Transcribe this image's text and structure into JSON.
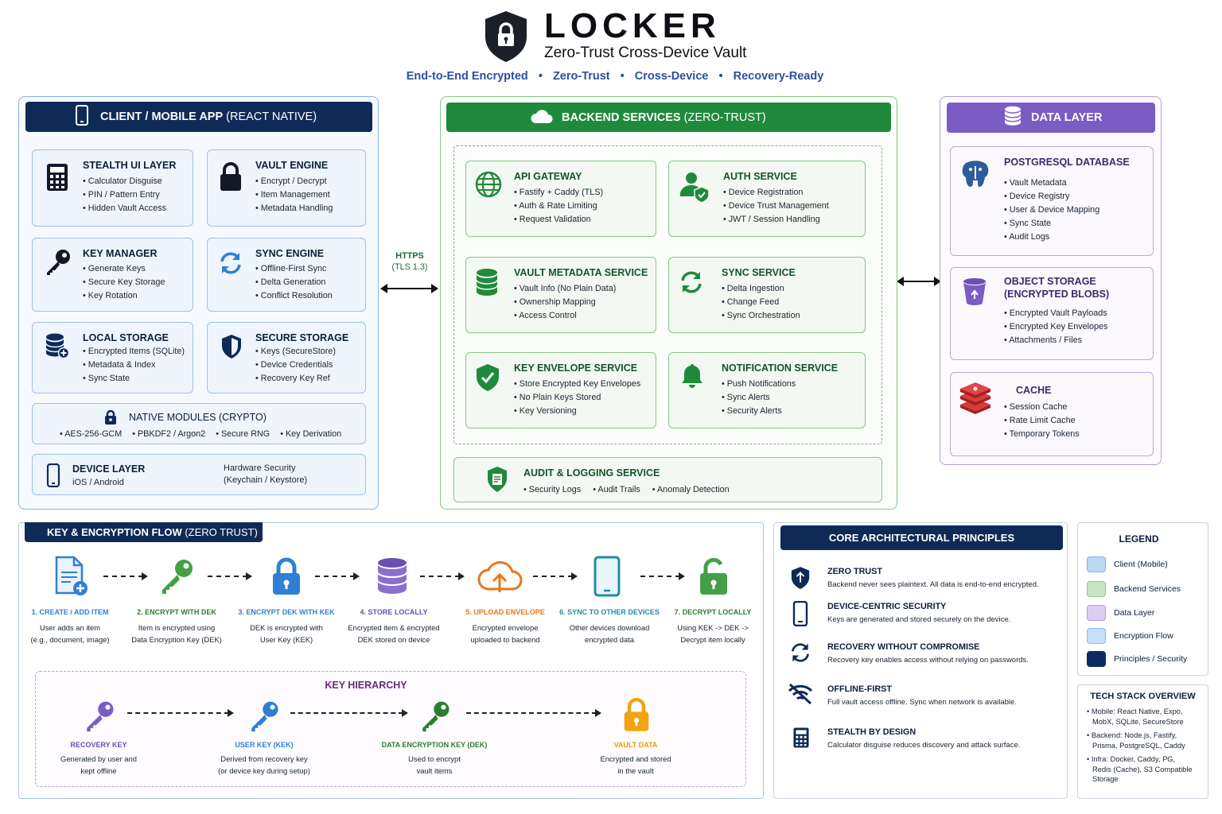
{
  "header": {
    "title": "LOCKER",
    "subtitle": "Zero-Trust Cross-Device Vault",
    "tags": [
      "End-to-End Encrypted",
      "Zero-Trust",
      "Cross-Device",
      "Recovery-Ready"
    ],
    "separator": "•"
  },
  "client": {
    "title_bold": "CLIENT / MOBILE APP",
    "title_rest": " (REACT NATIVE)",
    "cards": [
      {
        "title": "STEALTH UI LAYER",
        "items": [
          "Calculator Disguise",
          "PIN / Pattern Entry",
          "Hidden Vault Access"
        ],
        "icon": "calculator-icon"
      },
      {
        "title": "VAULT ENGINE",
        "items": [
          "Encrypt / Decrypt",
          "Item Management",
          "Metadata Handling"
        ],
        "icon": "lock-icon"
      },
      {
        "title": "KEY MANAGER",
        "items": [
          "Generate Keys",
          "Secure Key Storage",
          "Key Rotation"
        ],
        "icon": "key-icon"
      },
      {
        "title": "SYNC ENGINE",
        "items": [
          "Offline-First Sync",
          "Delta Generation",
          "Conflict Resolution"
        ],
        "icon": "sync-icon"
      },
      {
        "title": "LOCAL STORAGE",
        "items": [
          "Encrypted Items (SQLite)",
          "Metadata & Index",
          "Sync State"
        ],
        "icon": "database-icon"
      },
      {
        "title": "SECURE STORAGE",
        "items": [
          "Keys (SecureStore)",
          "Device Credentials",
          "Recovery Key Ref"
        ],
        "icon": "shield-icon"
      }
    ],
    "native": {
      "title": "NATIVE MODULES (CRYPTO)",
      "items": [
        "AES-256-GCM",
        "PBKDF2 / Argon2",
        "Secure RNG",
        "Key Derivation"
      ]
    },
    "device": {
      "title": "DEVICE LAYER",
      "sub": "iOS / Android",
      "hw1": "Hardware Security",
      "hw2": "(Keychain / Keystore)"
    }
  },
  "link_left": {
    "l1": "HTTPS",
    "l2": "(TLS 1.3)"
  },
  "backend": {
    "title_bold": "BACKEND SERVICES",
    "title_rest": " (ZERO-TRUST)",
    "cards": [
      {
        "title": "API GATEWAY",
        "items": [
          "Fastify + Caddy (TLS)",
          "Auth & Rate Limiting",
          "Request Validation"
        ],
        "icon": "globe-icon"
      },
      {
        "title": "AUTH SERVICE",
        "items": [
          "Device Registration",
          "Device Trust Management",
          "JWT / Session Handling"
        ],
        "icon": "user-shield-icon"
      },
      {
        "title": "VAULT METADATA SERVICE",
        "items": [
          "Vault Info (No Plain Data)",
          "Ownership Mapping",
          "Access Control"
        ],
        "icon": "database-icon"
      },
      {
        "title": "SYNC SERVICE",
        "items": [
          "Delta Ingestion",
          "Change Feed",
          "Sync Orchestration"
        ],
        "icon": "sync-icon"
      },
      {
        "title": "KEY ENVELOPE SERVICE",
        "items": [
          "Store Encrypted Key Envelopes",
          "No Plain Keys Stored",
          "Key Versioning"
        ],
        "icon": "shield-check-icon"
      },
      {
        "title": "NOTIFICATION SERVICE",
        "items": [
          "Push Notifications",
          "Sync Alerts",
          "Security Alerts"
        ],
        "icon": "bell-icon"
      }
    ],
    "audit": {
      "title": "AUDIT & LOGGING SERVICE",
      "items": [
        "Security Logs",
        "Audit Trails",
        "Anomaly Detection"
      ]
    }
  },
  "data_layer": {
    "title": "DATA LAYER",
    "cards": [
      {
        "title": "POSTGRESQL DATABASE",
        "title2": "",
        "items": [
          "Vault Metadata",
          "Device Registry",
          "User & Device Mapping",
          "Sync State",
          "Audit Logs"
        ],
        "icon": "postgres-elephant-icon"
      },
      {
        "title": "OBJECT STORAGE",
        "title2": "(ENCRYPTED BLOBS)",
        "items": [
          "Encrypted Vault Payloads",
          "Encrypted Key Envelopes",
          "Attachments / Files"
        ],
        "icon": "bucket-icon"
      },
      {
        "title": "CACHE",
        "title2": "",
        "items": [
          "Session Cache",
          "Rate Limit Cache",
          "Temporary Tokens"
        ],
        "icon": "redis-cache-icon"
      }
    ]
  },
  "flow": {
    "title_bold": "KEY & ENCRYPTION FLOW",
    "title_rest": " (ZERO TRUST)",
    "steps": [
      {
        "label": "1. CREATE / ADD ITEM",
        "l1": "User adds an item",
        "l2": "(e.g., document, image)",
        "color": "#2f7fd6"
      },
      {
        "label": "2. ENCRYPT WITH DEK",
        "l1": "Item is encrypted using",
        "l2": "Data Encryption Key (DEK)",
        "color": "#2e7d32"
      },
      {
        "label": "3. ENCRYPT DEK WITH KEK",
        "l1": "DEK is encrypted with",
        "l2": "User Key (KEK)",
        "color": "#2f7fd6"
      },
      {
        "label": "4. STORE LOCALLY",
        "l1": "Encrypted item & encrypted",
        "l2": "DEK stored on device",
        "color": "#6a4fb0"
      },
      {
        "label": "5. UPLOAD ENVELOPE",
        "l1": "Encrypted envelope",
        "l2": "uploaded to backend",
        "color": "#e8761a"
      },
      {
        "label": "6. SYNC TO OTHER DEVICES",
        "l1": "Other devices download",
        "l2": "encrypted data",
        "color": "#1e8ea6"
      },
      {
        "label": "7. DECRYPT LOCALLY",
        "l1": "Using KEK -> DEK ->",
        "l2": "Decrypt item locally",
        "color": "#2e7d32"
      }
    ],
    "hierarchy": {
      "title": "KEY HIERARCHY",
      "items": [
        {
          "label": "RECOVERY KEY",
          "l1": "Generated by user and",
          "l2": "kept offline",
          "color": "#6a4fb0"
        },
        {
          "label": "USER KEY (KEK)",
          "l1": "Derived from recovery key",
          "l2": "(or device key during setup)",
          "color": "#2f7fd6"
        },
        {
          "label": "DATA ENCRYPTION KEY (DEK)",
          "l1": "Used to encrypt",
          "l2": "vault items",
          "color": "#2e7d32"
        },
        {
          "label": "VAULT DATA",
          "l1": "Encrypted and stored",
          "l2": "in the vault",
          "color": "#e89a10"
        }
      ]
    }
  },
  "principles": {
    "title": "CORE ARCHITECTURAL PRINCIPLES",
    "items": [
      {
        "title": "ZERO TRUST",
        "desc": "Backend never sees plaintext. All data is end-to-end encrypted.",
        "icon": "shield-icon"
      },
      {
        "title": "DEVICE-CENTRIC SECURITY",
        "desc": "Keys are generated and stored securely on the device.",
        "icon": "phone-icon"
      },
      {
        "title": "RECOVERY WITHOUT COMPROMISE",
        "desc": "Recovery key enables access without relying on passwords.",
        "icon": "sync-icon"
      },
      {
        "title": "OFFLINE-FIRST",
        "desc": "Full vault access offline. Sync when network is available.",
        "icon": "offline-icon"
      },
      {
        "title": "STEALTH BY DESIGN",
        "desc": "Calculator disguise reduces discovery and attack surface.",
        "icon": "calculator-icon"
      }
    ]
  },
  "legend": {
    "title": "LEGEND",
    "items": [
      {
        "label": "Client (Mobile)",
        "color": "#bcd8f5",
        "border": "#7fb0e6"
      },
      {
        "label": "Backend Services",
        "color": "#c6e6c4",
        "border": "#8cc889"
      },
      {
        "label": "Data Layer",
        "color": "#ddcdf3",
        "border": "#b79be3"
      },
      {
        "label": "Encryption Flow",
        "color": "#c5e0f7",
        "border": "#86bbe8"
      },
      {
        "label": "Principles / Security",
        "color": "#0f2a63",
        "border": "#0f2a63"
      }
    ]
  },
  "tech": {
    "title": "TECH STACK OVERVIEW",
    "items": [
      {
        "l1": "Mobile: React Native, Expo,",
        "l2": "MobX, SQLite, SecureStore",
        "l3": ""
      },
      {
        "l1": "Backend: Node.js, Fastify,",
        "l2": "Prisma, PostgreSQL, Caddy",
        "l3": ""
      },
      {
        "l1": "Infra: Docker, Caddy, PG,",
        "l2": "Redis (Cache), S3 Compatible",
        "l3": "Storage"
      }
    ]
  },
  "colors": {
    "navy": "#0f2a57",
    "green": "#1f8a3b",
    "purple": "#7b5cc4"
  }
}
